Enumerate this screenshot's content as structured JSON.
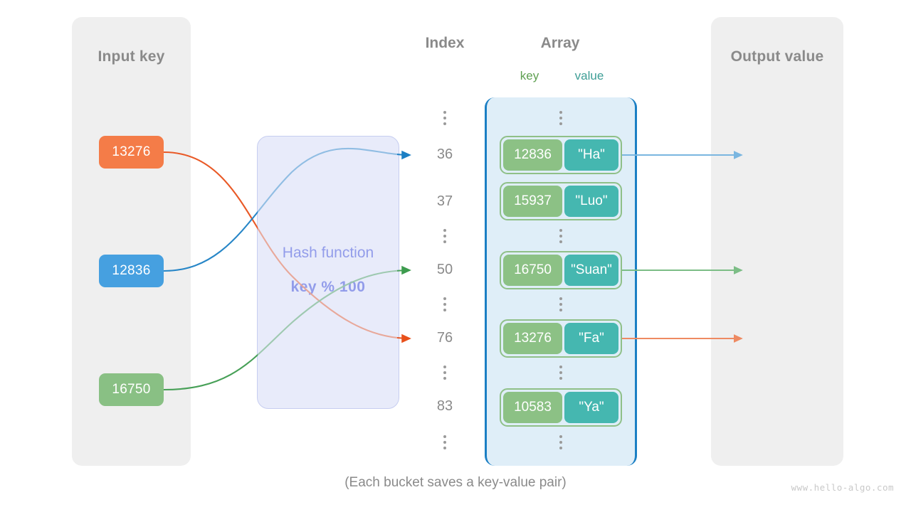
{
  "panels": {
    "input": {
      "title": "Input key"
    },
    "output": {
      "title": "Output value"
    }
  },
  "headers": {
    "index": "Index",
    "array": "Array",
    "key": "key",
    "value": "value"
  },
  "hash": {
    "name": "Hash function",
    "expression": "key % 100"
  },
  "input_keys": [
    {
      "label": "13276",
      "color": "#f47c48"
    },
    {
      "label": "12836",
      "color": "#46a0e0"
    },
    {
      "label": "16750",
      "color": "#89c084"
    }
  ],
  "output_values": [
    {
      "label": "\"Ha\"",
      "color": "#46a0e0"
    },
    {
      "label": "\"Suan\"",
      "color": "#89c084"
    },
    {
      "label": "\"Fa\"",
      "color": "#f47c48"
    }
  ],
  "index_column": [
    {
      "type": "dots"
    },
    {
      "type": "index",
      "label": "36"
    },
    {
      "type": "index",
      "label": "37"
    },
    {
      "type": "dots"
    },
    {
      "type": "index",
      "label": "50"
    },
    {
      "type": "dots"
    },
    {
      "type": "index",
      "label": "76"
    },
    {
      "type": "dots"
    },
    {
      "type": "index",
      "label": "83"
    },
    {
      "type": "dots"
    }
  ],
  "buckets": [
    {
      "key": "12836",
      "value": "\"Ha\""
    },
    {
      "key": "15937",
      "value": "\"Luo\""
    },
    {
      "key": "16750",
      "value": "\"Suan\""
    },
    {
      "key": "13276",
      "value": "\"Fa\""
    },
    {
      "key": "10583",
      "value": "\"Ya\""
    }
  ],
  "colors": {
    "panel_bg": "#efefef",
    "array_bg": "#dfeef8",
    "array_border": "#1b7fc4",
    "bucket_key": "#8cc185",
    "bucket_value": "#45b7b0",
    "bucket_border": "#8fc088",
    "hash_bg": "#e8ebfa",
    "hash_border": "#c6cdf0",
    "hash_text": "#2b3dd8",
    "label_gray": "#8a8a8a",
    "key_label": "#5fa052",
    "value_label": "#3e9e96",
    "orange": "#f47c48",
    "blue": "#46a0e0",
    "green": "#89c084",
    "arrow_blue": "#1b7fc4",
    "arrow_green": "#3d9b4e",
    "arrow_orange": "#e8501a"
  },
  "footer": {
    "caption": "(Each bucket saves a key-value pair)",
    "watermark": "www.hello-algo.com"
  }
}
